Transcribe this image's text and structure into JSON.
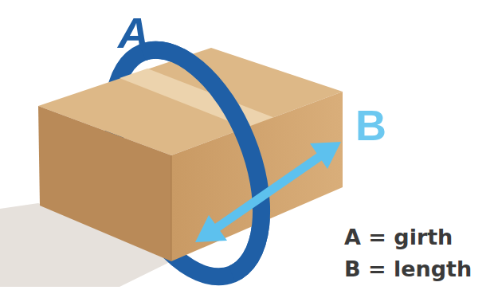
{
  "diagram": {
    "labels": [
      "A",
      "B",
      "A = girth",
      "B = length"
    ]
  }
}
